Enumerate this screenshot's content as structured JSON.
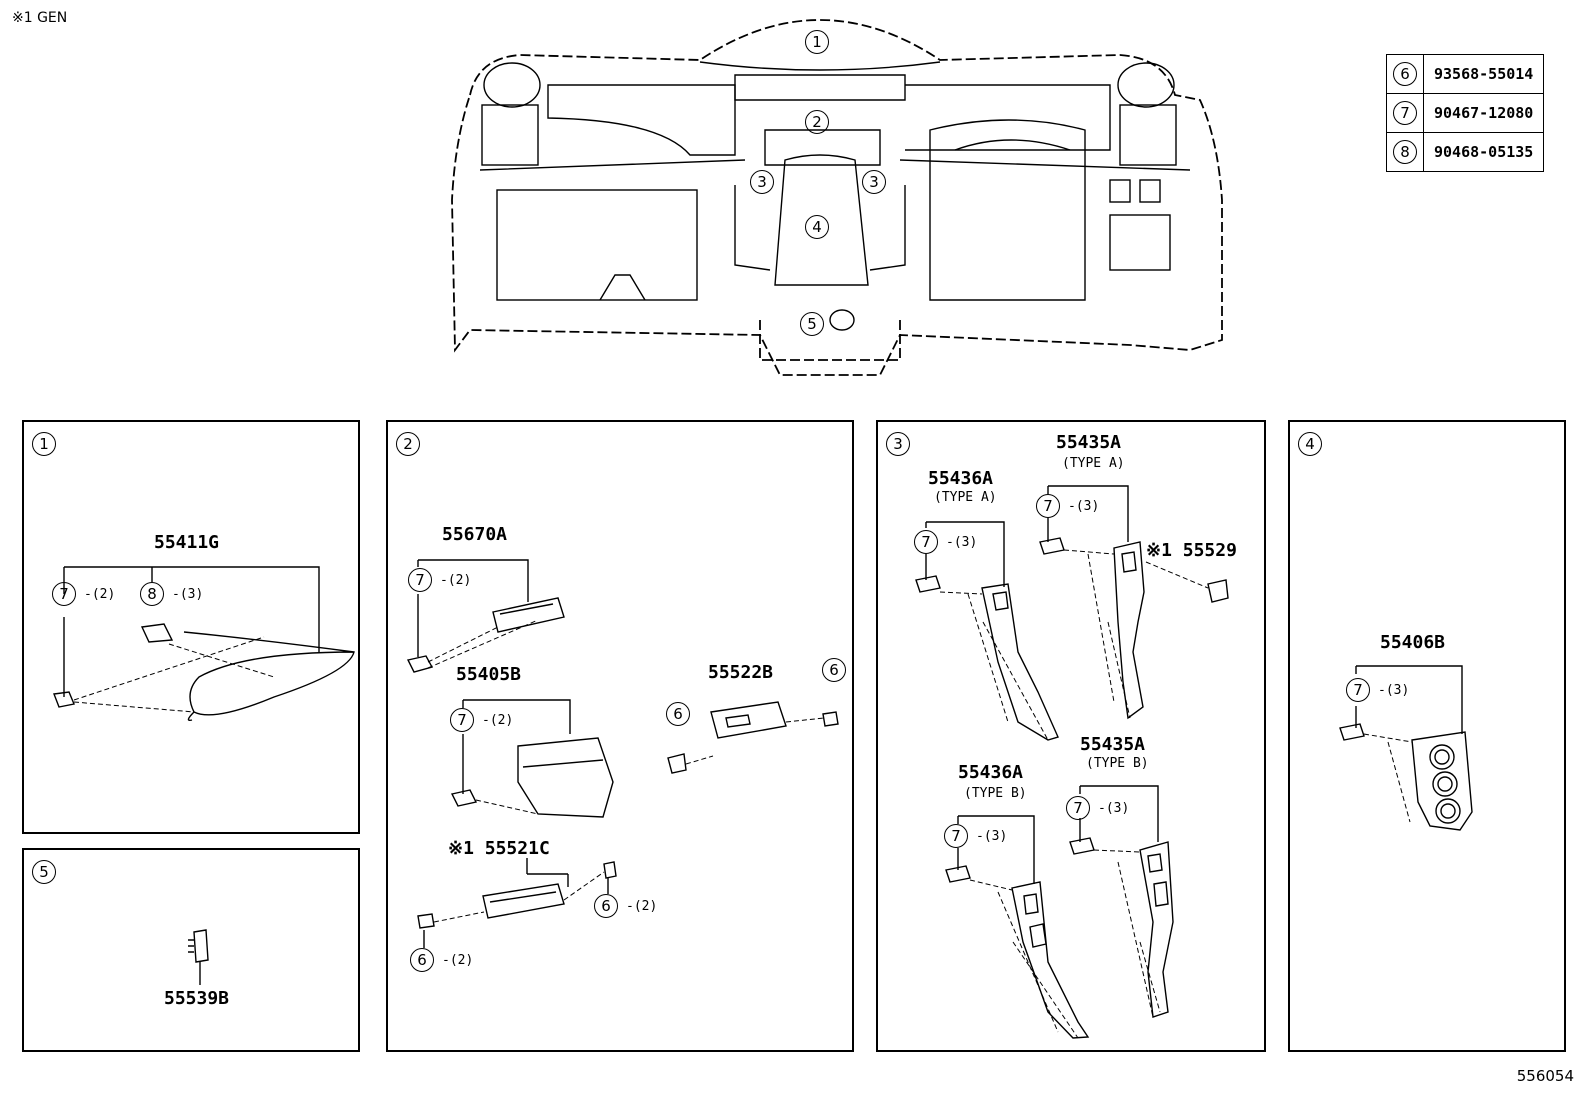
{
  "note": "※1 GEN",
  "figure_number": "556054",
  "overview_callouts": [
    "1",
    "2",
    "3",
    "3",
    "4",
    "5"
  ],
  "parts_table": [
    {
      "ref": "6",
      "part": "93568-55014"
    },
    {
      "ref": "7",
      "part": "90467-12080"
    },
    {
      "ref": "8",
      "part": "90468-05135"
    }
  ],
  "panel1": {
    "num": "1",
    "part": "55411G",
    "callouts": [
      {
        "ref": "7",
        "qty": "-(2)"
      },
      {
        "ref": "8",
        "qty": "-(3)"
      }
    ]
  },
  "panel2": {
    "num": "2",
    "p55670a": {
      "part": "55670A",
      "ref": "7",
      "qty": "-(2)"
    },
    "p55405b": {
      "part": "55405B",
      "ref": "7",
      "qty": "-(2)"
    },
    "p55522b": {
      "part": "55522B",
      "ref_left": "6",
      "ref_right": "6"
    },
    "p55521c": {
      "part": "※1 55521C",
      "ref_top": "6",
      "qty_top": "-(2)",
      "ref_bottom": "6",
      "qty_bottom": "-(2)"
    }
  },
  "panel3": {
    "num": "3",
    "p55436a_a": {
      "part": "55436A",
      "type": "(TYPE A)",
      "ref": "7",
      "qty": "-(3)"
    },
    "p55435a_a": {
      "part": "55435A",
      "type": "(TYPE A)",
      "ref": "7",
      "qty": "-(3)"
    },
    "p55529": {
      "part": "※1 55529"
    },
    "p55436a_b": {
      "part": "55436A",
      "type": "(TYPE B)",
      "ref": "7",
      "qty": "-(3)"
    },
    "p55435a_b": {
      "part": "55435A",
      "type": "(TYPE B)",
      "ref": "7",
      "qty": "-(3)"
    }
  },
  "panel4": {
    "num": "4",
    "part": "55406B",
    "ref": "7",
    "qty": "-(3)"
  },
  "panel5": {
    "num": "5",
    "part": "55539B"
  }
}
